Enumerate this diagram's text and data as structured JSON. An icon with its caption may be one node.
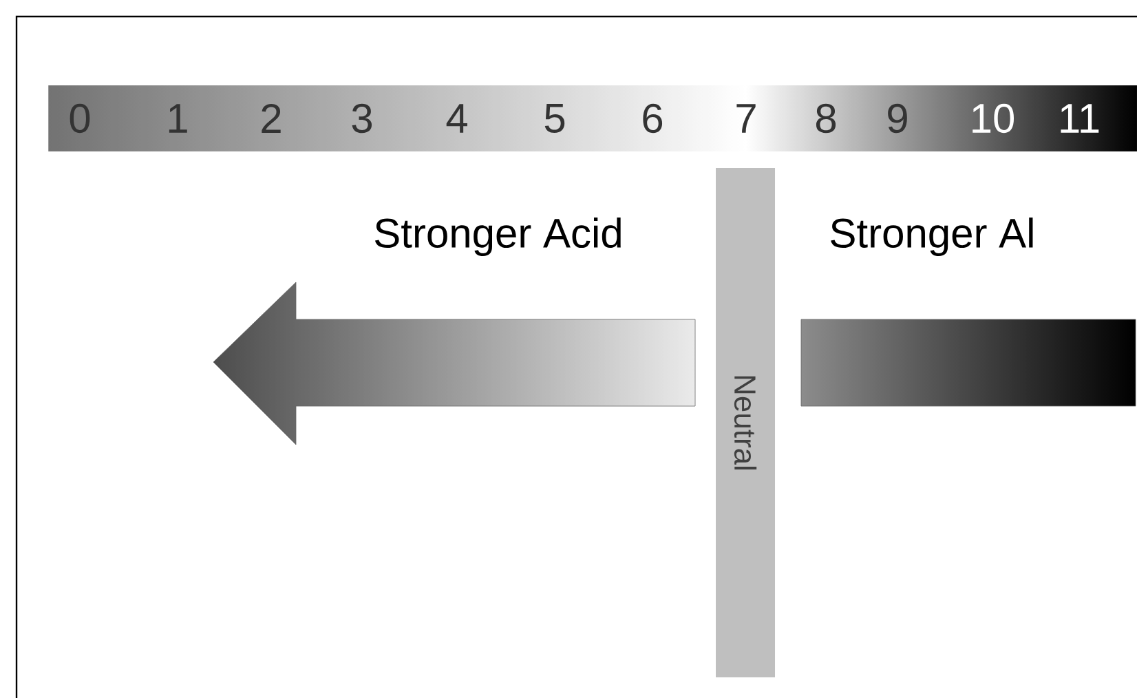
{
  "diagram": {
    "nodes": [
      {
        "text": [
          "0",
          "1",
          "2",
          "3",
          "4",
          "5",
          "6",
          "7",
          "8",
          "9",
          "10",
          "11"
        ]
      },
      {
        "text": [
          "Neutral"
        ]
      }
    ],
    "labels": [
      "Stronger Acid",
      "Stronger Al"
    ]
  }
}
